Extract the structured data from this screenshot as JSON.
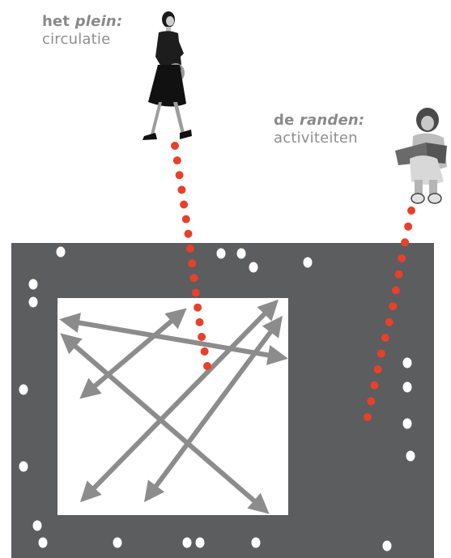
{
  "captions": {
    "plein": {
      "title_word": "het",
      "title_emph": "plein:",
      "subtitle": "circulatie"
    },
    "randen": {
      "title_word": "de",
      "title_emph": "randen:",
      "subtitle": "activiteiten"
    }
  },
  "colors": {
    "edge_area": "#5b5d5e",
    "square": "#ffffff",
    "arrows": "#8c8c8c",
    "path_dots": "#e8402a",
    "activity_dots": "#ffffff"
  },
  "figures": {
    "walker": "walking-woman-figure",
    "reader": "sitting-reader-figure"
  }
}
